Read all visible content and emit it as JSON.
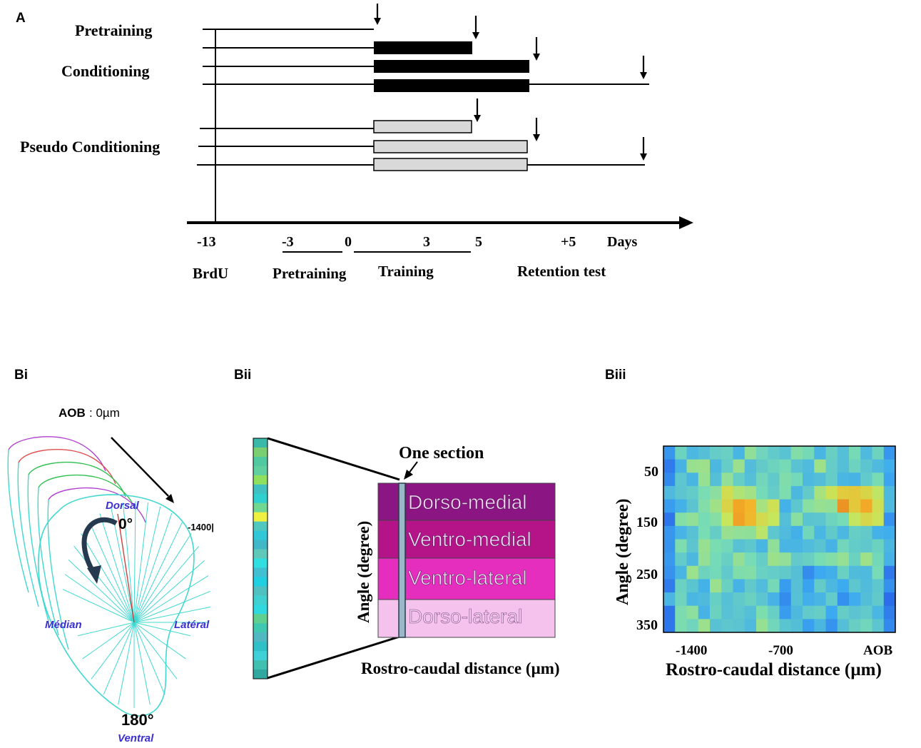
{
  "panelA": {
    "letter": "A",
    "rows": {
      "pretraining": "Pretraining",
      "conditioning": "Conditioning",
      "pseudo": "Pseudo Conditioning"
    },
    "axis": {
      "ticks": [
        "-13",
        "-3",
        "0",
        "3",
        "5",
        "+5",
        "Days"
      ],
      "phases": [
        "BrdU",
        "Pretraining",
        "Training",
        "Retention test"
      ]
    }
  },
  "panelBi": {
    "letter": "Bi",
    "aob_label": "AOB",
    "aob_value": " : 0µm",
    "distance_label": "-1400|",
    "angle_top": "0°",
    "angle_bottom": "180°",
    "dorsal": "Dorsal",
    "ventral": "Ventral",
    "median": "Médian",
    "lateral": "Latéral"
  },
  "panelBii": {
    "letter": "Bii",
    "one_section": "One section",
    "y_label": "Angle (degree)",
    "x_label": "Rostro-caudal distance (µm)",
    "regions": [
      "Dorso-medial",
      "Ventro-medial",
      "Ventro-lateral",
      "Dorso-lateral"
    ],
    "colors": {
      "dorso_medial": "#8a1583",
      "ventro_medial": "#b51489",
      "ventro_lateral": "#e52dbe",
      "dorso_lateral": "#f4c2ec"
    }
  },
  "panelBiii": {
    "letter": "Biii",
    "y_label": "Angle (degree)",
    "x_label": "Rostro-caudal distance (µm)",
    "y_ticks": [
      "50",
      "150",
      "250",
      "350"
    ],
    "x_ticks": [
      "-1400",
      "-700",
      "AOB"
    ]
  }
}
